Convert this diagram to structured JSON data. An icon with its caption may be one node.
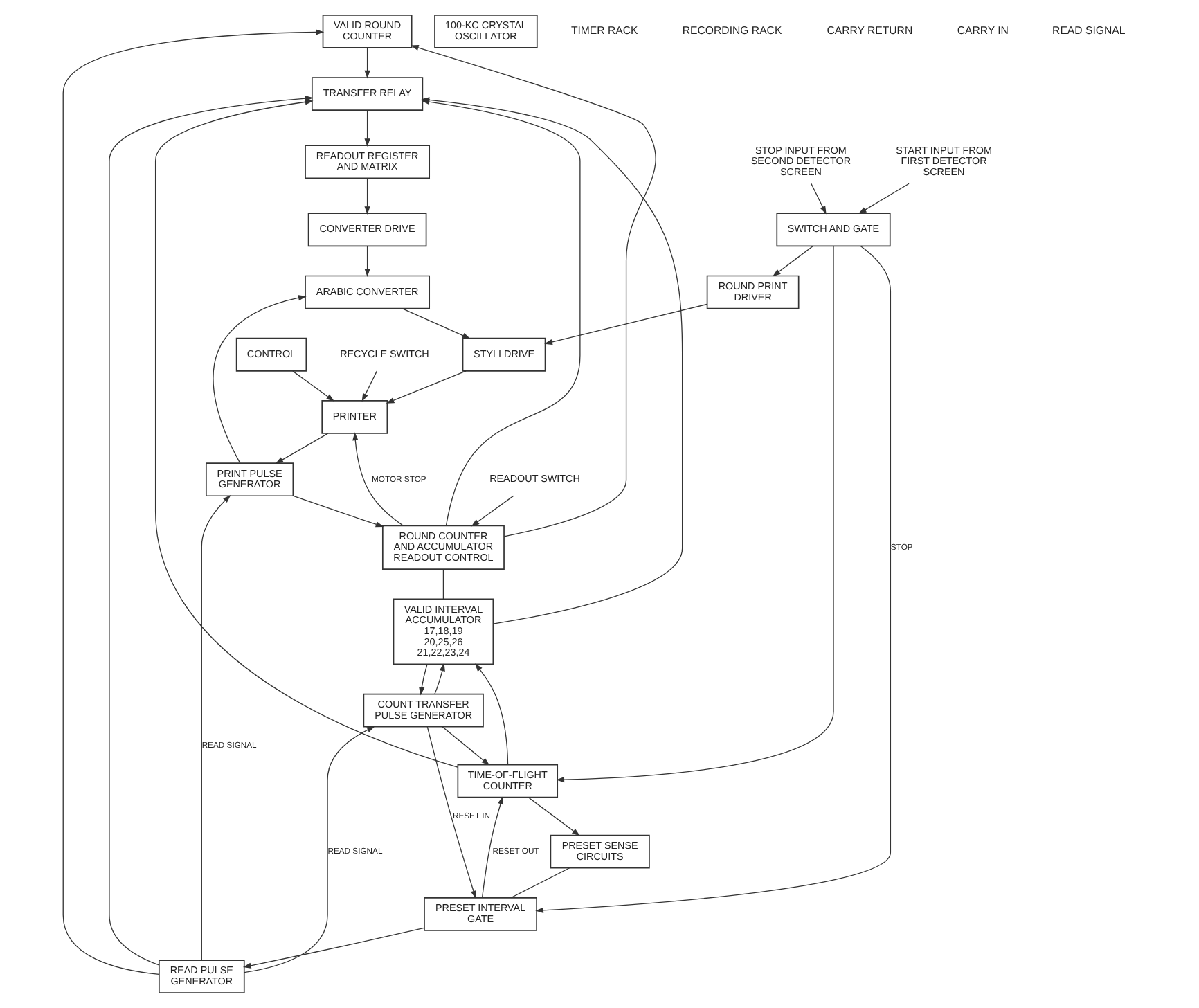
{
  "diagram": {
    "nodes": [
      {
        "text": [
          "VALID ROUND COUNTER"
        ]
      },
      {
        "text": [
          "VALID INTERVAL ACCUMULATOR",
          "17,18,19 20,25,26",
          "21,22,23,24"
        ]
      },
      {
        "text": [
          "COUNT TRANSFER PULSE GENERATOR"
        ]
      },
      {
        "text": [
          "TRANSFER RELAY"
        ]
      },
      {
        "text": [
          "READOUT REGISTER AND MATRIX"
        ]
      },
      {
        "text": [
          "ROUND COUNTER AND ACCUMULATOR READOUT CONTROL"
        ]
      },
      {
        "text": [
          "100-KC CRYSTAL OSCILLATOR"
        ]
      },
      {
        "text": [
          "SWITCH AND GATE"
        ]
      },
      {
        "text": [
          "TIME-OF-FLIGHT COUNTER"
        ]
      },
      {
        "text": [
          "PRESET SENSE CIRCUITS"
        ]
      },
      {
        "text": [
          "PRESET INTERVAL GATE"
        ]
      },
      {
        "text": [
          "READ PULSE GENERATOR"
        ]
      },
      {
        "text": [
          "ROUND PRINT DRIVER"
        ]
      },
      {
        "text": [
          "CONVERTER DRIVE"
        ]
      },
      {
        "text": [
          "ARABIC CONVERTER"
        ]
      },
      {
        "text": [
          "STYLI DRIVE"
        ]
      },
      {
        "text": [
          "CONTROL"
        ]
      },
      {
        "text": [
          "PRINTER"
        ]
      },
      {
        "text": [
          "PRINT PULSE GENERATOR"
        ]
      },
      {
        "text": [
          "START INPUT FROM FIRST DETECTOR SCREEN"
        ]
      },
      {
        "text": [
          "STOP INPUT FROM SECOND DETECTOR SCREEN"
        ]
      },
      {
        "text": [
          "READOUT SWITCH"
        ]
      },
      {
        "text": [
          "RECYCLE SWITCH"
        ]
      }
    ],
    "edges": [
      {
        "from": 5,
        "to": 0,
        "arrow": "to"
      },
      {
        "from": 5,
        "to": 1,
        "arrow": "none"
      },
      {
        "from": 0,
        "to": 3,
        "arrow": "to"
      },
      {
        "from": 1,
        "to": 3,
        "arrow": "to"
      },
      {
        "from": 2,
        "to": 1,
        "arrow": "to"
      },
      {
        "from": 1,
        "to": 2,
        "arrow": "to"
      },
      {
        "from": 2,
        "to": 8,
        "arrow": "to"
      },
      {
        "from": 8,
        "to": 1,
        "arrow": "to"
      },
      {
        "from": 8,
        "to": 3,
        "arrow": "to"
      },
      {
        "from": 8,
        "to": 9,
        "arrow": "to"
      },
      {
        "from": 9,
        "to": 10,
        "arrow": "none"
      },
      {
        "from": 10,
        "to": 8,
        "arrow": "to",
        "label": "RESET OUT"
      },
      {
        "from": 2,
        "to": 10,
        "arrow": "to",
        "label": "RESET IN"
      },
      {
        "from": 10,
        "to": 11,
        "arrow": "to"
      },
      {
        "from": 11,
        "to": 0,
        "arrow": "to"
      },
      {
        "from": 11,
        "to": 2,
        "arrow": "to",
        "label": "READ SIGNAL"
      },
      {
        "from": 11,
        "to": 3,
        "arrow": "to"
      },
      {
        "from": 11,
        "to": 18,
        "arrow": "to",
        "label": "READ SIGNAL"
      },
      {
        "from": 12,
        "to": 15,
        "arrow": "to"
      },
      {
        "from": 7,
        "to": 12,
        "arrow": "to"
      },
      {
        "from": 7,
        "to": 10,
        "arrow": "to",
        "label": "STOP"
      },
      {
        "from": 7,
        "to": 8,
        "arrow": "to"
      },
      {
        "from": 19,
        "to": 7,
        "arrow": "to"
      },
      {
        "from": 20,
        "to": 7,
        "arrow": "to"
      },
      {
        "from": 3,
        "to": 4,
        "arrow": "to"
      },
      {
        "from": 4,
        "to": 13,
        "arrow": "to"
      },
      {
        "from": 13,
        "to": 14,
        "arrow": "to"
      },
      {
        "from": 14,
        "to": 15,
        "arrow": "to"
      },
      {
        "from": 15,
        "to": 17,
        "arrow": "to"
      },
      {
        "from": 16,
        "to": 17,
        "arrow": "to"
      },
      {
        "from": 17,
        "to": 18,
        "arrow": "to"
      },
      {
        "from": 18,
        "to": 14,
        "arrow": "to"
      },
      {
        "from": 18,
        "to": 5,
        "arrow": "to"
      },
      {
        "from": 5,
        "to": 3,
        "arrow": "to"
      },
      {
        "from": 21,
        "to": 5,
        "arrow": "to"
      },
      {
        "from": 5,
        "to": 17,
        "arrow": "to",
        "label": "MOTOR STOP"
      },
      {
        "from": 22,
        "to": 17,
        "arrow": "to"
      }
    ],
    "labels": [
      "TIMER RACK",
      "RECORDING RACK",
      "CARRY RETURN",
      "CARRY IN",
      "READ SIGNAL"
    ]
  }
}
